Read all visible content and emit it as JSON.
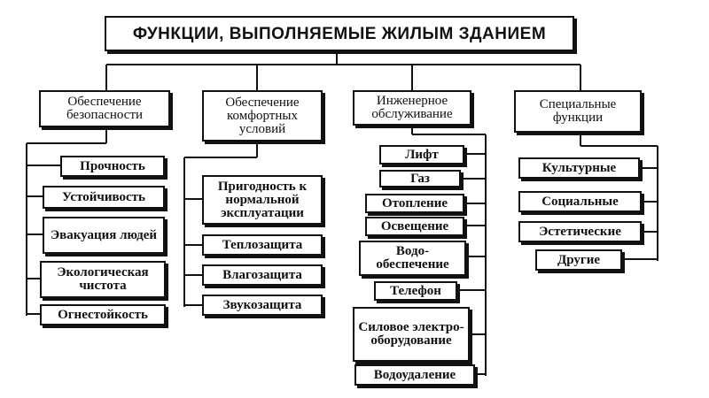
{
  "title": "ФУНКЦИИ, ВЫПОЛНЯЕМЫЕ ЖИЛЫМ ЗДАНИЕМ",
  "categories": [
    {
      "label": "Обеспечение безопасности",
      "items": [
        "Прочность",
        "Устойчивость",
        "Эвакуация людей",
        "Экологическая чистота",
        "Огнестойкость"
      ]
    },
    {
      "label": "Обеспечение комфортных условий",
      "items": [
        "Пригодность к нормальной эксплуатации",
        "Теплозащита",
        "Влагозащита",
        "Звукозащита"
      ]
    },
    {
      "label": "Инженерное обслуживание",
      "items": [
        "Лифт",
        "Газ",
        "Отопление",
        "Освещение",
        "Водо-обеспечение",
        "Телефон",
        "Силовое электро-оборудование",
        "Водоудаление"
      ]
    },
    {
      "label": "Специальные функции",
      "items": [
        "Культурные",
        "Социальные",
        "Эстетические",
        "Другие"
      ]
    }
  ]
}
